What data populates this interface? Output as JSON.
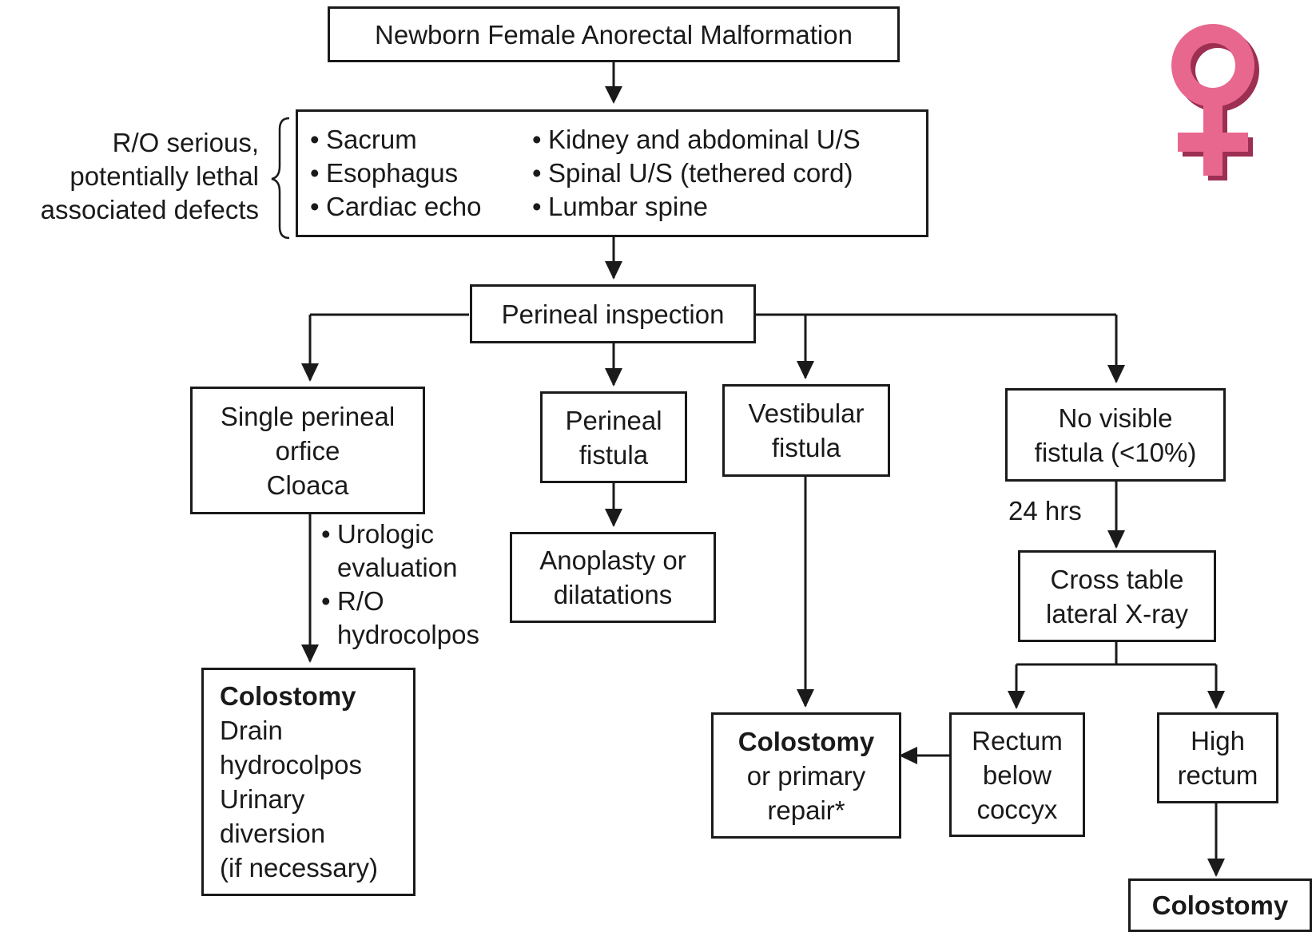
{
  "diagram": {
    "title": "Newborn Female Anorectal Malformation",
    "ro_note": [
      "R/O serious,",
      "potentially lethal",
      "associated defects"
    ],
    "checks_left": [
      "Sacrum",
      "Esophagus",
      "Cardiac echo"
    ],
    "checks_right": [
      "Kidney and abdominal U/S",
      "Spinal U/S (tethered cord)",
      "Lumbar spine"
    ],
    "perineal_inspection": "Perineal inspection",
    "cloaca": [
      "Single perineal",
      "orfice",
      "Cloaca"
    ],
    "cloaca_steps": [
      "Urologic",
      "evaluation",
      "R/O",
      "hydrocolpos"
    ],
    "cloaca_outcome": {
      "title": "Colostomy",
      "lines": [
        "Drain",
        "hydrocolpos",
        "Urinary",
        "diversion",
        "(if necessary)"
      ]
    },
    "perineal_fistula": [
      "Perineal",
      "fistula"
    ],
    "anoplasty": [
      "Anoplasty or",
      "dilatations"
    ],
    "vestibular_fistula": [
      "Vestibular",
      "fistula"
    ],
    "vestibular_outcome": {
      "title": "Colostomy",
      "lines": [
        "or primary",
        "repair*"
      ]
    },
    "no_visible_fistula": [
      "No visible",
      "fistula (<10%)"
    ],
    "wait_label": "24 hrs",
    "xray": [
      "Cross table",
      "lateral X-ray"
    ],
    "rectum_below": [
      "Rectum",
      "below",
      "coccyx"
    ],
    "high_rectum": [
      "High",
      "rectum"
    ],
    "high_outcome": "Colostomy",
    "bullet": "•",
    "icon": "female-symbol-icon",
    "colors": {
      "ink": "#1a1a1a",
      "icon_face": "#e8678e",
      "icon_shadow": "#9c2f52"
    }
  }
}
